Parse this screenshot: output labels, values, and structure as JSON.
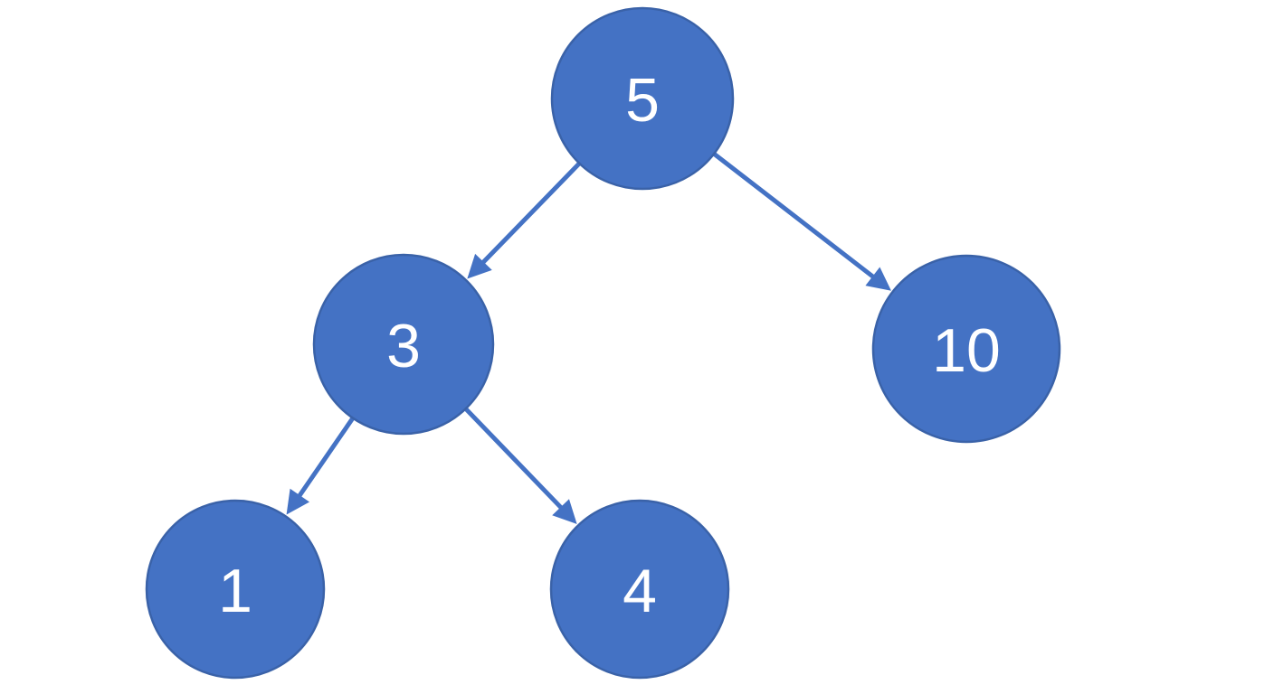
{
  "diagram": {
    "type": "binary-tree",
    "colors": {
      "node_fill": "#4472C4",
      "node_stroke": "#3A62A8",
      "edge": "#4472C4",
      "label": "#FFFFFF"
    },
    "nodes": [
      {
        "id": "n5",
        "label": "5"
      },
      {
        "id": "n3",
        "label": "3"
      },
      {
        "id": "n10",
        "label": "10"
      },
      {
        "id": "n1",
        "label": "1"
      },
      {
        "id": "n4",
        "label": "4"
      }
    ],
    "edges": [
      {
        "from": "n5",
        "to": "n3"
      },
      {
        "from": "n5",
        "to": "n10"
      },
      {
        "from": "n3",
        "to": "n1"
      },
      {
        "from": "n3",
        "to": "n4"
      }
    ]
  }
}
